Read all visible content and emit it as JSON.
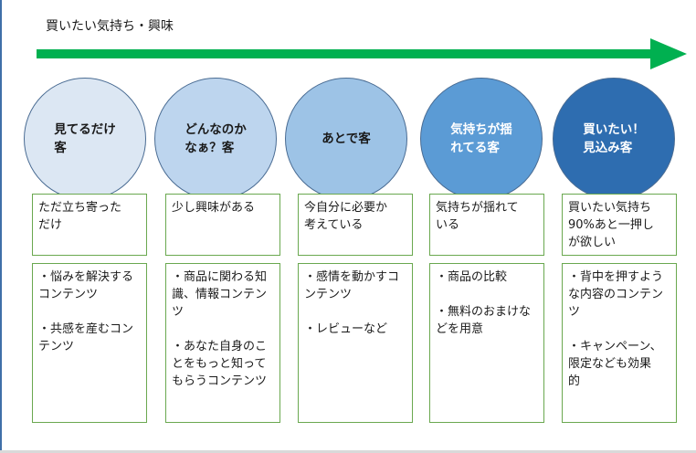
{
  "title": "買いたい気持ち・興味",
  "colors": {
    "arrow": "#00b050",
    "box_border": "#6aa84f",
    "circle_border": "#4a6c93"
  },
  "stages": [
    {
      "circle_label": "見てるだけ\n客",
      "circle_color": "#dce7f3",
      "state": "ただ立ち寄った\nだけ",
      "content": "・悩みを解決する\nコンテンツ\n\n・共感を産むコン\nテンツ"
    },
    {
      "circle_label": "どんなのか\nなぁ？客",
      "circle_color": "#bdd5ee",
      "state": "少し興味がある",
      "content": "・商品に関わる知\n識、情報コンテン\nツ\n\n・あなた自身のこ\nとをもっと知って\nもらうコンテンツ"
    },
    {
      "circle_label": "あとで客",
      "circle_color": "#9dc3e6",
      "state": "今自分に必要か\n考えている",
      "content": "・感情を動かすコ\nンテンツ\n\n・レビューなど"
    },
    {
      "circle_label": "気持ちが揺\nれてる客",
      "circle_color": "#5b9bd5",
      "state": "気持ちが揺れて\nいる",
      "content": "・商品の比較\n\n・無料のおまけな\nどを用意"
    },
    {
      "circle_label": "買いたい！\n見込み客",
      "circle_color": "#2e6db0",
      "state": "買いたい気持ち\n90%あと一押し\nが欲しい",
      "content": "・背中を押すよう\nな内容のコンテン\nツ\n\n・キャンペーン、\n限定なども効果\n的"
    }
  ]
}
